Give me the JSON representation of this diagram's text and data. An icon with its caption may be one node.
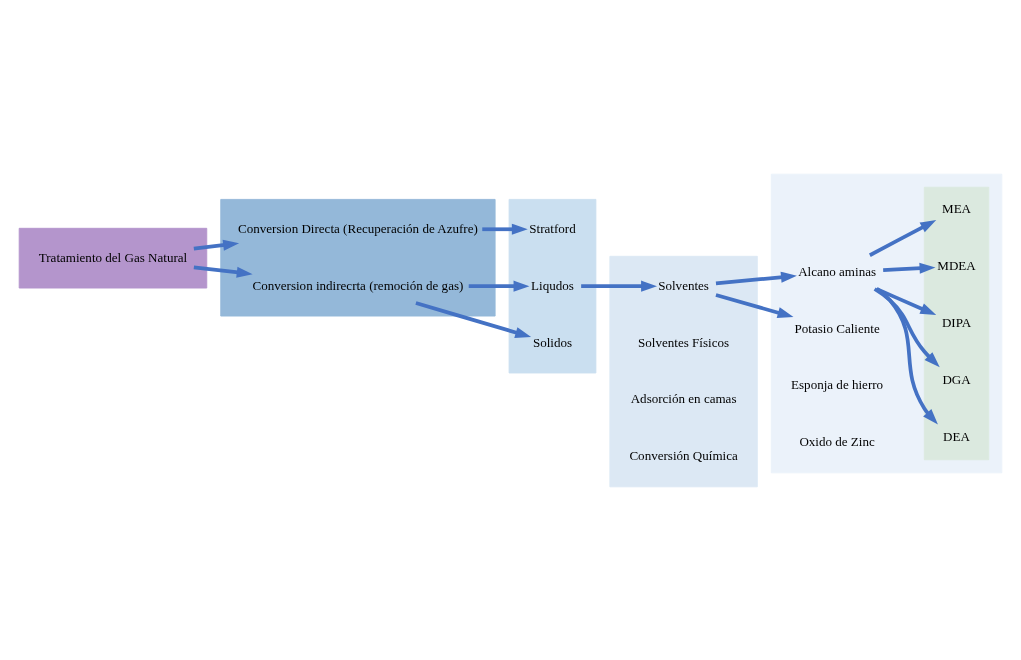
{
  "diagram": {
    "nodes": [
      {
        "text": [],
        "shape": "band"
      },
      {
        "text": [
          "Tratamiento del Gas Natural"
        ],
        "in": 0
      },
      {
        "text": [],
        "shape": "band"
      },
      {
        "text": [
          "Conversion Directa (Recuperación de Azufre)"
        ],
        "in": 2
      },
      {
        "text": [
          "Conversion indirecrta (remoción de gas)"
        ],
        "in": 2
      },
      {
        "text": [],
        "shape": "band"
      },
      {
        "text": [
          "Stratford"
        ],
        "in": 5
      },
      {
        "text": [
          "Liqudos"
        ],
        "in": 5
      },
      {
        "text": [
          "Solidos"
        ],
        "in": 5
      },
      {
        "text": [],
        "shape": "band"
      },
      {
        "text": [
          "Solventes"
        ],
        "in": 9
      },
      {
        "text": [
          "Solventes Físicos"
        ],
        "in": 9
      },
      {
        "text": [
          "Adsorción en camas"
        ],
        "in": 9
      },
      {
        "text": [
          "Conversión Química"
        ],
        "in": 9
      },
      {
        "text": [],
        "shape": "band"
      },
      {
        "text": [
          "Alcano aminas"
        ],
        "in": 14
      },
      {
        "text": [
          "Potasio Caliente"
        ],
        "in": 14
      },
      {
        "text": [
          "Esponja de hierro"
        ],
        "in": 14
      },
      {
        "text": [
          "Oxido de Zinc"
        ],
        "in": 14
      },
      {
        "text": [],
        "shape": "box",
        "in": 14
      },
      {
        "text": [
          "MEA"
        ],
        "in": 19
      },
      {
        "text": [
          "MDEA"
        ],
        "in": 19
      },
      {
        "text": [
          "DIPA"
        ],
        "in": 19
      },
      {
        "text": [
          "DGA"
        ],
        "in": 19
      },
      {
        "text": [
          "DEA"
        ],
        "in": 19
      }
    ],
    "edges": [
      {
        "from": 1,
        "to": 3,
        "arrow": "to"
      },
      {
        "from": 1,
        "to": 4,
        "arrow": "to"
      },
      {
        "from": 3,
        "to": 6,
        "arrow": "to"
      },
      {
        "from": 4,
        "to": 7,
        "arrow": "to"
      },
      {
        "from": 4,
        "to": 8,
        "arrow": "to"
      },
      {
        "from": 7,
        "to": 10,
        "arrow": "to"
      },
      {
        "from": 10,
        "to": 15,
        "arrow": "to"
      },
      {
        "from": 10,
        "to": 16,
        "arrow": "to"
      },
      {
        "from": 15,
        "to": 20,
        "arrow": "to"
      },
      {
        "from": 15,
        "to": 21,
        "arrow": "to"
      },
      {
        "from": 15,
        "to": 22,
        "arrow": "to"
      },
      {
        "from": 15,
        "to": 23,
        "arrow": "to"
      },
      {
        "from": 15,
        "to": 24,
        "arrow": "to"
      }
    ]
  }
}
